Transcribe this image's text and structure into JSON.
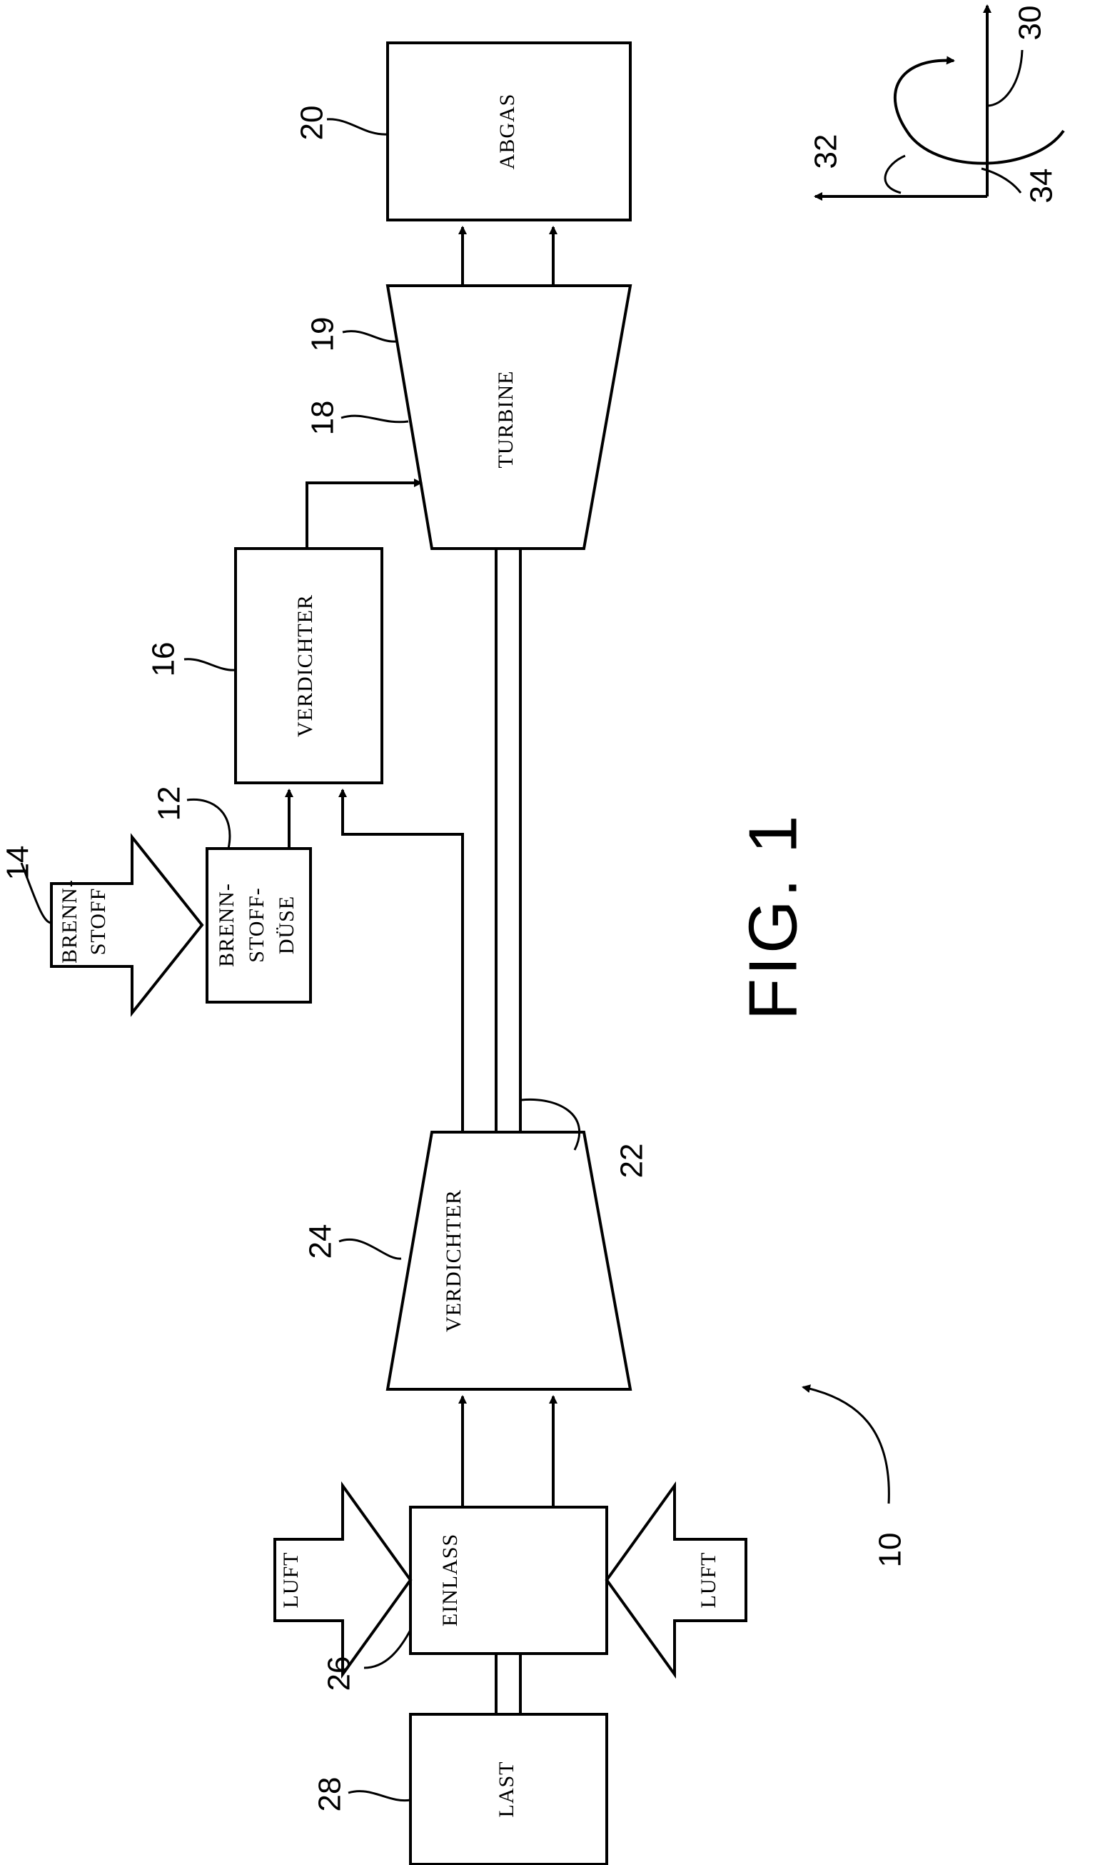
{
  "figure_label": "FIG. 1",
  "blocks": {
    "exhaust": "ABGAS",
    "turbine": "TURBINE",
    "combustor": "VERDICHTER",
    "compressor": "VERDICHTER",
    "fuel_nozzle": [
      "BRENN-",
      "STOFF-",
      "DÜSE"
    ],
    "fuel": [
      "BRENN-",
      "STOFF"
    ],
    "intake": "EINLASS",
    "air_top": "LUFT",
    "air_bottom": "LUFT",
    "load": "LAST"
  },
  "refs": {
    "system": "10",
    "fuel_nozzle": "12",
    "fuel": "14",
    "combustor": "16",
    "turbine": "18",
    "turbine_casing": "19",
    "exhaust": "20",
    "shaft": "22",
    "compressor": "24",
    "intake": "26",
    "load": "28",
    "axis_axial": "30",
    "axis_radial": "32",
    "axis_circumferential": "34"
  }
}
